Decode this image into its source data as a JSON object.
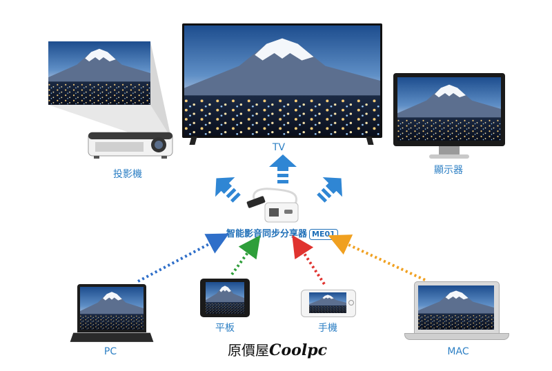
{
  "devices": {
    "tv": {
      "label": "TV"
    },
    "projector": {
      "label": "投影機"
    },
    "monitor": {
      "label": "顯示器"
    },
    "pc": {
      "label": "PC"
    },
    "tablet": {
      "label": "平板"
    },
    "phone": {
      "label": "手機"
    },
    "mac": {
      "label": "MAC"
    }
  },
  "hub": {
    "label": "智能影音同步分享器",
    "model": "ME01"
  },
  "brand": {
    "cn": "原價屋",
    "en": "Coolpc"
  },
  "colors": {
    "label_blue": "#2c7fc4",
    "arrow_blue": "#2f86d4",
    "pc_dots": "#2f6fc9",
    "tablet_dots": "#2e9e3a",
    "phone_dots": "#e0332f",
    "mac_dots": "#f0a020"
  }
}
